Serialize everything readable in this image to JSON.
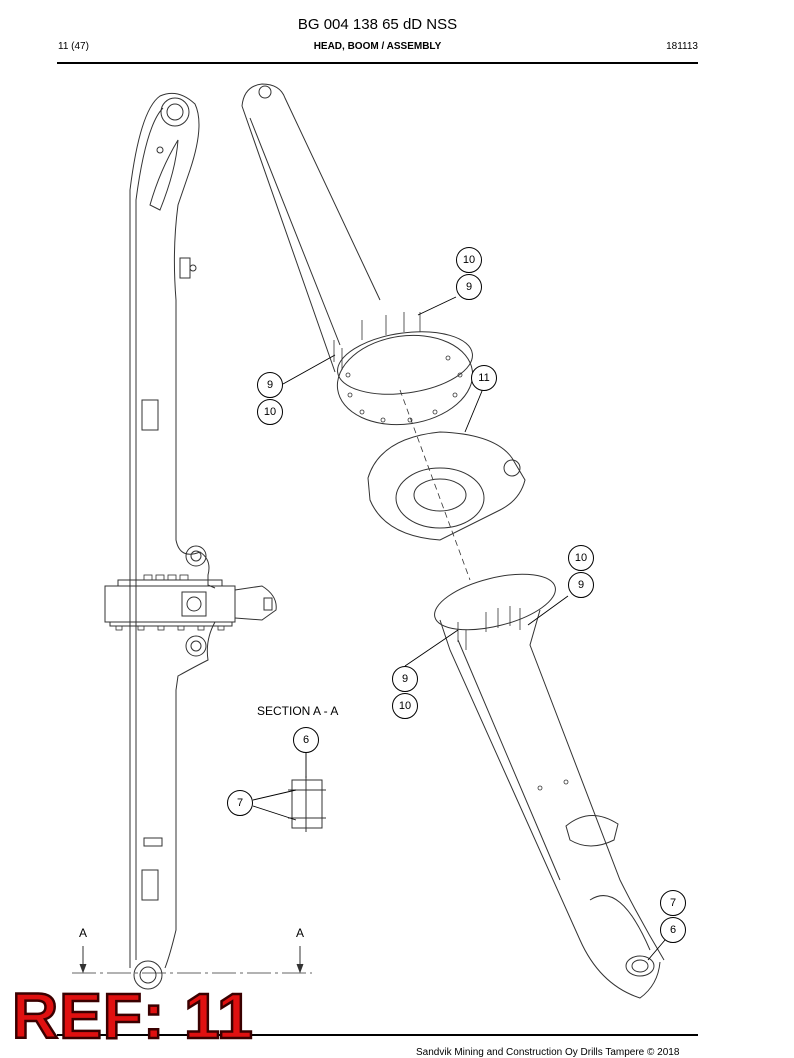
{
  "header": {
    "doc_title": "BG 004 138 65 dD NSS",
    "page": "11 (47)",
    "section_title": "HEAD, BOOM / ASSEMBLY",
    "date": "181113"
  },
  "drawing": {
    "section_label": "SECTION A - A",
    "section_marks": [
      "A",
      "A"
    ],
    "callouts": [
      "10",
      "9",
      "9",
      "10",
      "11",
      "10",
      "9",
      "9",
      "10",
      "6",
      "7",
      "7",
      "6"
    ]
  },
  "overlay": {
    "ref_label": "REF: 11",
    "ref_color": "#e01010"
  },
  "footer": {
    "copyright": "Sandvik Mining and Construction Oy Drills Tampere © 2018"
  }
}
